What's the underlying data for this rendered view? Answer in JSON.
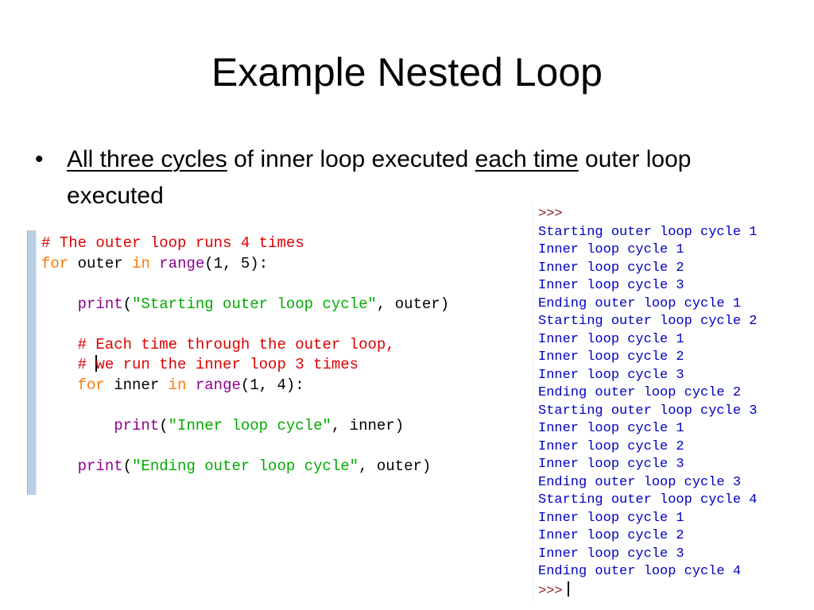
{
  "slide": {
    "title": "Example Nested Loop",
    "bullet": {
      "icon": "bullet-dot",
      "glyph": "•",
      "parts": {
        "u1": "All three cycles",
        "t1": " of inner loop executed ",
        "u2": "each time",
        "t2": " outer loop executed"
      }
    }
  },
  "editor": {
    "lines": [
      {
        "indent": "",
        "comment": "# The outer loop runs 4 times"
      },
      {
        "indent": "",
        "kw1": "for",
        "t1": " outer ",
        "kw2": "in",
        "sp": " ",
        "fn": "range",
        "rest": "(1, 5):"
      },
      {
        "blank": ""
      },
      {
        "indent": "    ",
        "fn": "print",
        "p1": "(",
        "str": "\"Starting outer loop cycle\"",
        "rest": ", outer)"
      },
      {
        "blank": ""
      },
      {
        "indent": "    ",
        "comment": "# Each time through the outer loop,"
      },
      {
        "indent": "    ",
        "hash": "# ",
        "comment": "we run the inner loop 3 times"
      },
      {
        "indent": "    ",
        "kw1": "for",
        "t1": " inner ",
        "kw2": "in",
        "sp": " ",
        "fn": "range",
        "rest": "(1, 4):"
      },
      {
        "blank": ""
      },
      {
        "indent": "        ",
        "fn": "print",
        "p1": "(",
        "str": "\"Inner loop cycle\"",
        "rest": ", inner)"
      },
      {
        "blank": ""
      },
      {
        "indent": "    ",
        "fn": "print",
        "p1": "(",
        "str": "\"Ending outer loop cycle\"",
        "rest": ", outer)"
      }
    ],
    "colors": {
      "comment": "#dd0000",
      "keyword": "#ff7700",
      "builtin": "#900090",
      "string": "#00aa00",
      "gutter": "#b8cfe6"
    }
  },
  "shell": {
    "prompt": ">>>",
    "output": [
      "Starting outer loop cycle 1",
      "Inner loop cycle 1",
      "Inner loop cycle 2",
      "Inner loop cycle 3",
      "Ending outer loop cycle 1",
      "Starting outer loop cycle 2",
      "Inner loop cycle 1",
      "Inner loop cycle 2",
      "Inner loop cycle 3",
      "Ending outer loop cycle 2",
      "Starting outer loop cycle 3",
      "Inner loop cycle 1",
      "Inner loop cycle 2",
      "Inner loop cycle 3",
      "Ending outer loop cycle 3",
      "Starting outer loop cycle 4",
      "Inner loop cycle 1",
      "Inner loop cycle 2",
      "Inner loop cycle 3",
      "Ending outer loop cycle 4"
    ],
    "colors": {
      "output": "#0000c0",
      "prompt": "#8b1a1a"
    }
  }
}
